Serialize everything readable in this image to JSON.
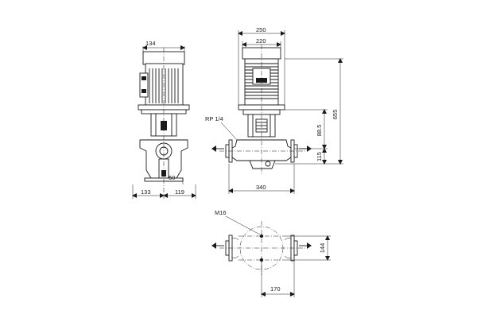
{
  "front_view": {
    "dim_motor_width": "134",
    "dim_left": "133",
    "dim_right": "119",
    "dim_foot": "50"
  },
  "side_view": {
    "dim_overall_width": "250",
    "dim_motor_width": "220",
    "dim_port_length": "340",
    "thread_label": "RP 1/4",
    "dim_total_height": "655",
    "dim_pump_height": "88.5",
    "dim_inlet_height": "115"
  },
  "plan_view": {
    "bolt_label": "M16",
    "dim_bolt_spacing": "144",
    "dim_base_length": "170"
  },
  "colors": {
    "line": "#1a1a1a",
    "background": "#ffffff"
  }
}
